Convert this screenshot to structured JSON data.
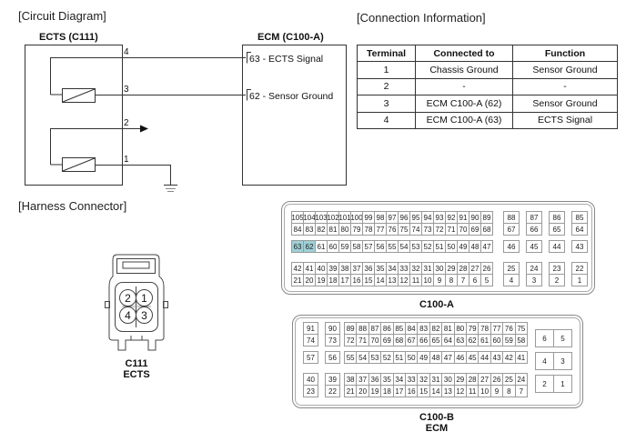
{
  "sections": {
    "circuit": "[Circuit Diagram]",
    "connection": "[Connection Information]",
    "harness": "[Harness Connector]"
  },
  "circuit": {
    "sensor_label": "ECTS (C111)",
    "ecm_label": "ECM (C100-A)",
    "terminals": [
      "4",
      "3",
      "2",
      "1"
    ],
    "ecm_pins": [
      {
        "text": "63 - ECTS Signal"
      },
      {
        "text": "62 - Sensor Ground"
      }
    ]
  },
  "connection_table": {
    "headers": [
      "Terminal",
      "Connected to",
      "Function"
    ],
    "rows": [
      [
        "1",
        "Chassis Ground",
        "Sensor Ground"
      ],
      [
        "2",
        "-",
        "-"
      ],
      [
        "3",
        "ECM C100-A (62)",
        "Sensor Ground"
      ],
      [
        "4",
        "ECM C100-A (63)",
        "ECTS Signal"
      ]
    ]
  },
  "harness": {
    "c111": {
      "pins": [
        "2",
        "1",
        "4",
        "3"
      ],
      "label1": "C111",
      "label2": "ECTS"
    },
    "c100a": {
      "label": "C100-A",
      "highlight_color": "#9fd0d6",
      "highlighted_pins": [
        "63",
        "62"
      ],
      "main_rows": [
        [
          "105",
          "104",
          "103",
          "102",
          "101",
          "100",
          "99",
          "98",
          "97",
          "96",
          "95",
          "94",
          "93",
          "92",
          "91",
          "90",
          "89"
        ],
        [
          "84",
          "83",
          "82",
          "81",
          "80",
          "79",
          "78",
          "77",
          "76",
          "75",
          "74",
          "73",
          "72",
          "71",
          "70",
          "69",
          "68"
        ],
        [
          "63",
          "62",
          "61",
          "60",
          "59",
          "58",
          "57",
          "56",
          "55",
          "54",
          "53",
          "52",
          "51",
          "50",
          "49",
          "48",
          "47"
        ],
        [
          "42",
          "41",
          "40",
          "39",
          "38",
          "37",
          "36",
          "35",
          "34",
          "33",
          "32",
          "31",
          "30",
          "29",
          "28",
          "27",
          "26"
        ],
        [
          "21",
          "20",
          "19",
          "18",
          "17",
          "16",
          "15",
          "14",
          "13",
          "12",
          "11",
          "10",
          "9",
          "8",
          "7",
          "6",
          "5"
        ]
      ],
      "side_rows": [
        [
          "88",
          "87",
          "86",
          "85"
        ],
        [
          "67",
          "66",
          "65",
          "64"
        ],
        [
          "46",
          "45",
          "44",
          "43"
        ],
        [
          "25",
          "24",
          "23",
          "22"
        ],
        [
          "4",
          "3",
          "2",
          "1"
        ]
      ]
    },
    "c100b": {
      "label1": "C100-B",
      "label2": "ECM",
      "left_rows": [
        [
          "91",
          "90"
        ],
        [
          "74",
          "73"
        ],
        [
          "57",
          "56"
        ],
        [
          "40",
          "39"
        ],
        [
          "23",
          "22"
        ]
      ],
      "main_rows": [
        [
          "89",
          "88",
          "87",
          "86",
          "85",
          "84",
          "83",
          "82",
          "81",
          "80",
          "79",
          "78",
          "77",
          "76",
          "75"
        ],
        [
          "72",
          "71",
          "70",
          "69",
          "68",
          "67",
          "66",
          "65",
          "64",
          "63",
          "62",
          "61",
          "60",
          "59",
          "58"
        ],
        [
          "55",
          "54",
          "53",
          "52",
          "51",
          "50",
          "49",
          "48",
          "47",
          "46",
          "45",
          "44",
          "43",
          "42",
          "41"
        ],
        [
          "38",
          "37",
          "36",
          "35",
          "34",
          "33",
          "32",
          "31",
          "30",
          "29",
          "28",
          "27",
          "26",
          "25",
          "24"
        ],
        [
          "21",
          "20",
          "19",
          "18",
          "17",
          "16",
          "15",
          "14",
          "13",
          "12",
          "11",
          "10",
          "9",
          "8",
          "7"
        ]
      ],
      "right_pins": [
        [
          "6",
          "5"
        ],
        [
          "4",
          "3"
        ],
        [
          "2",
          "1"
        ]
      ]
    }
  }
}
